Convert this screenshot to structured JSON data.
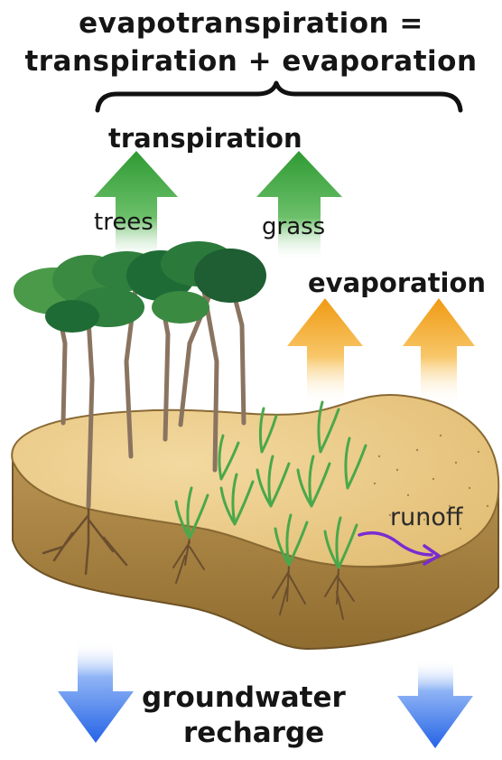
{
  "title": {
    "line1": "evapotranspiration =",
    "line2": "transpiration + evaporation"
  },
  "labels": {
    "transpiration": "transpiration",
    "trees": "trees",
    "grass": "grass",
    "evaporation": "evaporation",
    "runoff": "runoff",
    "groundwater_line1": "groundwater",
    "groundwater_line2": "recharge"
  },
  "colors": {
    "transpiration_arrow": "#3aa53a",
    "evaporation_arrow": "#f2a31c",
    "recharge_arrow": "#2f6fe8",
    "soil_surface": "#ebc884",
    "soil_side": "#a7843f",
    "tree_foliage": "#2f7f3e",
    "trunk": "#8a7460",
    "runoff_arrow": "#7a2bd1"
  }
}
